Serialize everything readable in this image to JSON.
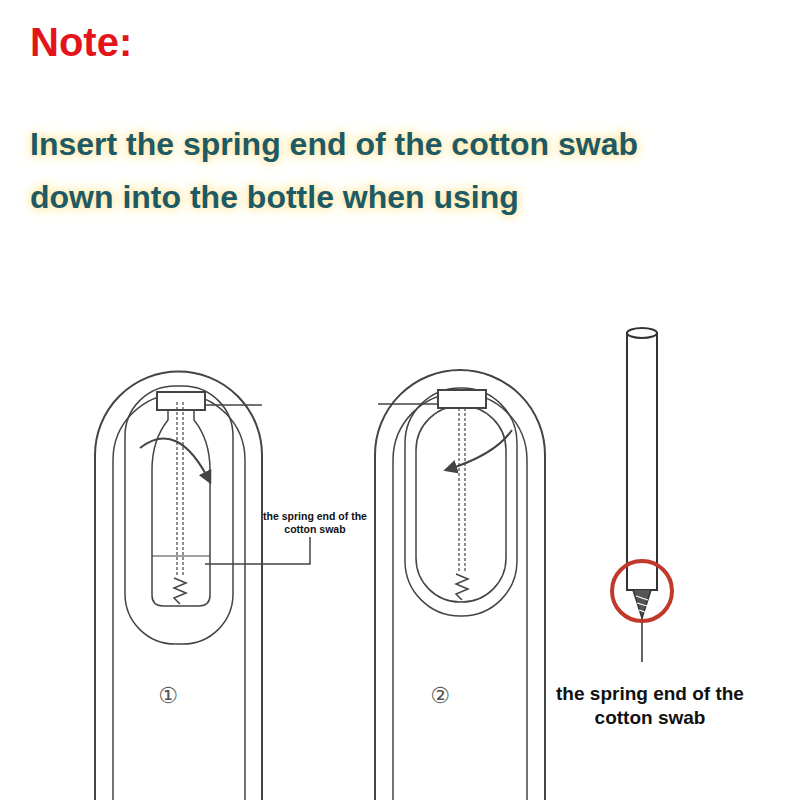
{
  "diagram": {
    "title": "Note:",
    "labels": [
      "Insert the spring end of the cotton swab down into the bottle when using",
      "the spring end of the cotton swab",
      "①",
      "②",
      "the spring end of the cotton swab"
    ]
  }
}
